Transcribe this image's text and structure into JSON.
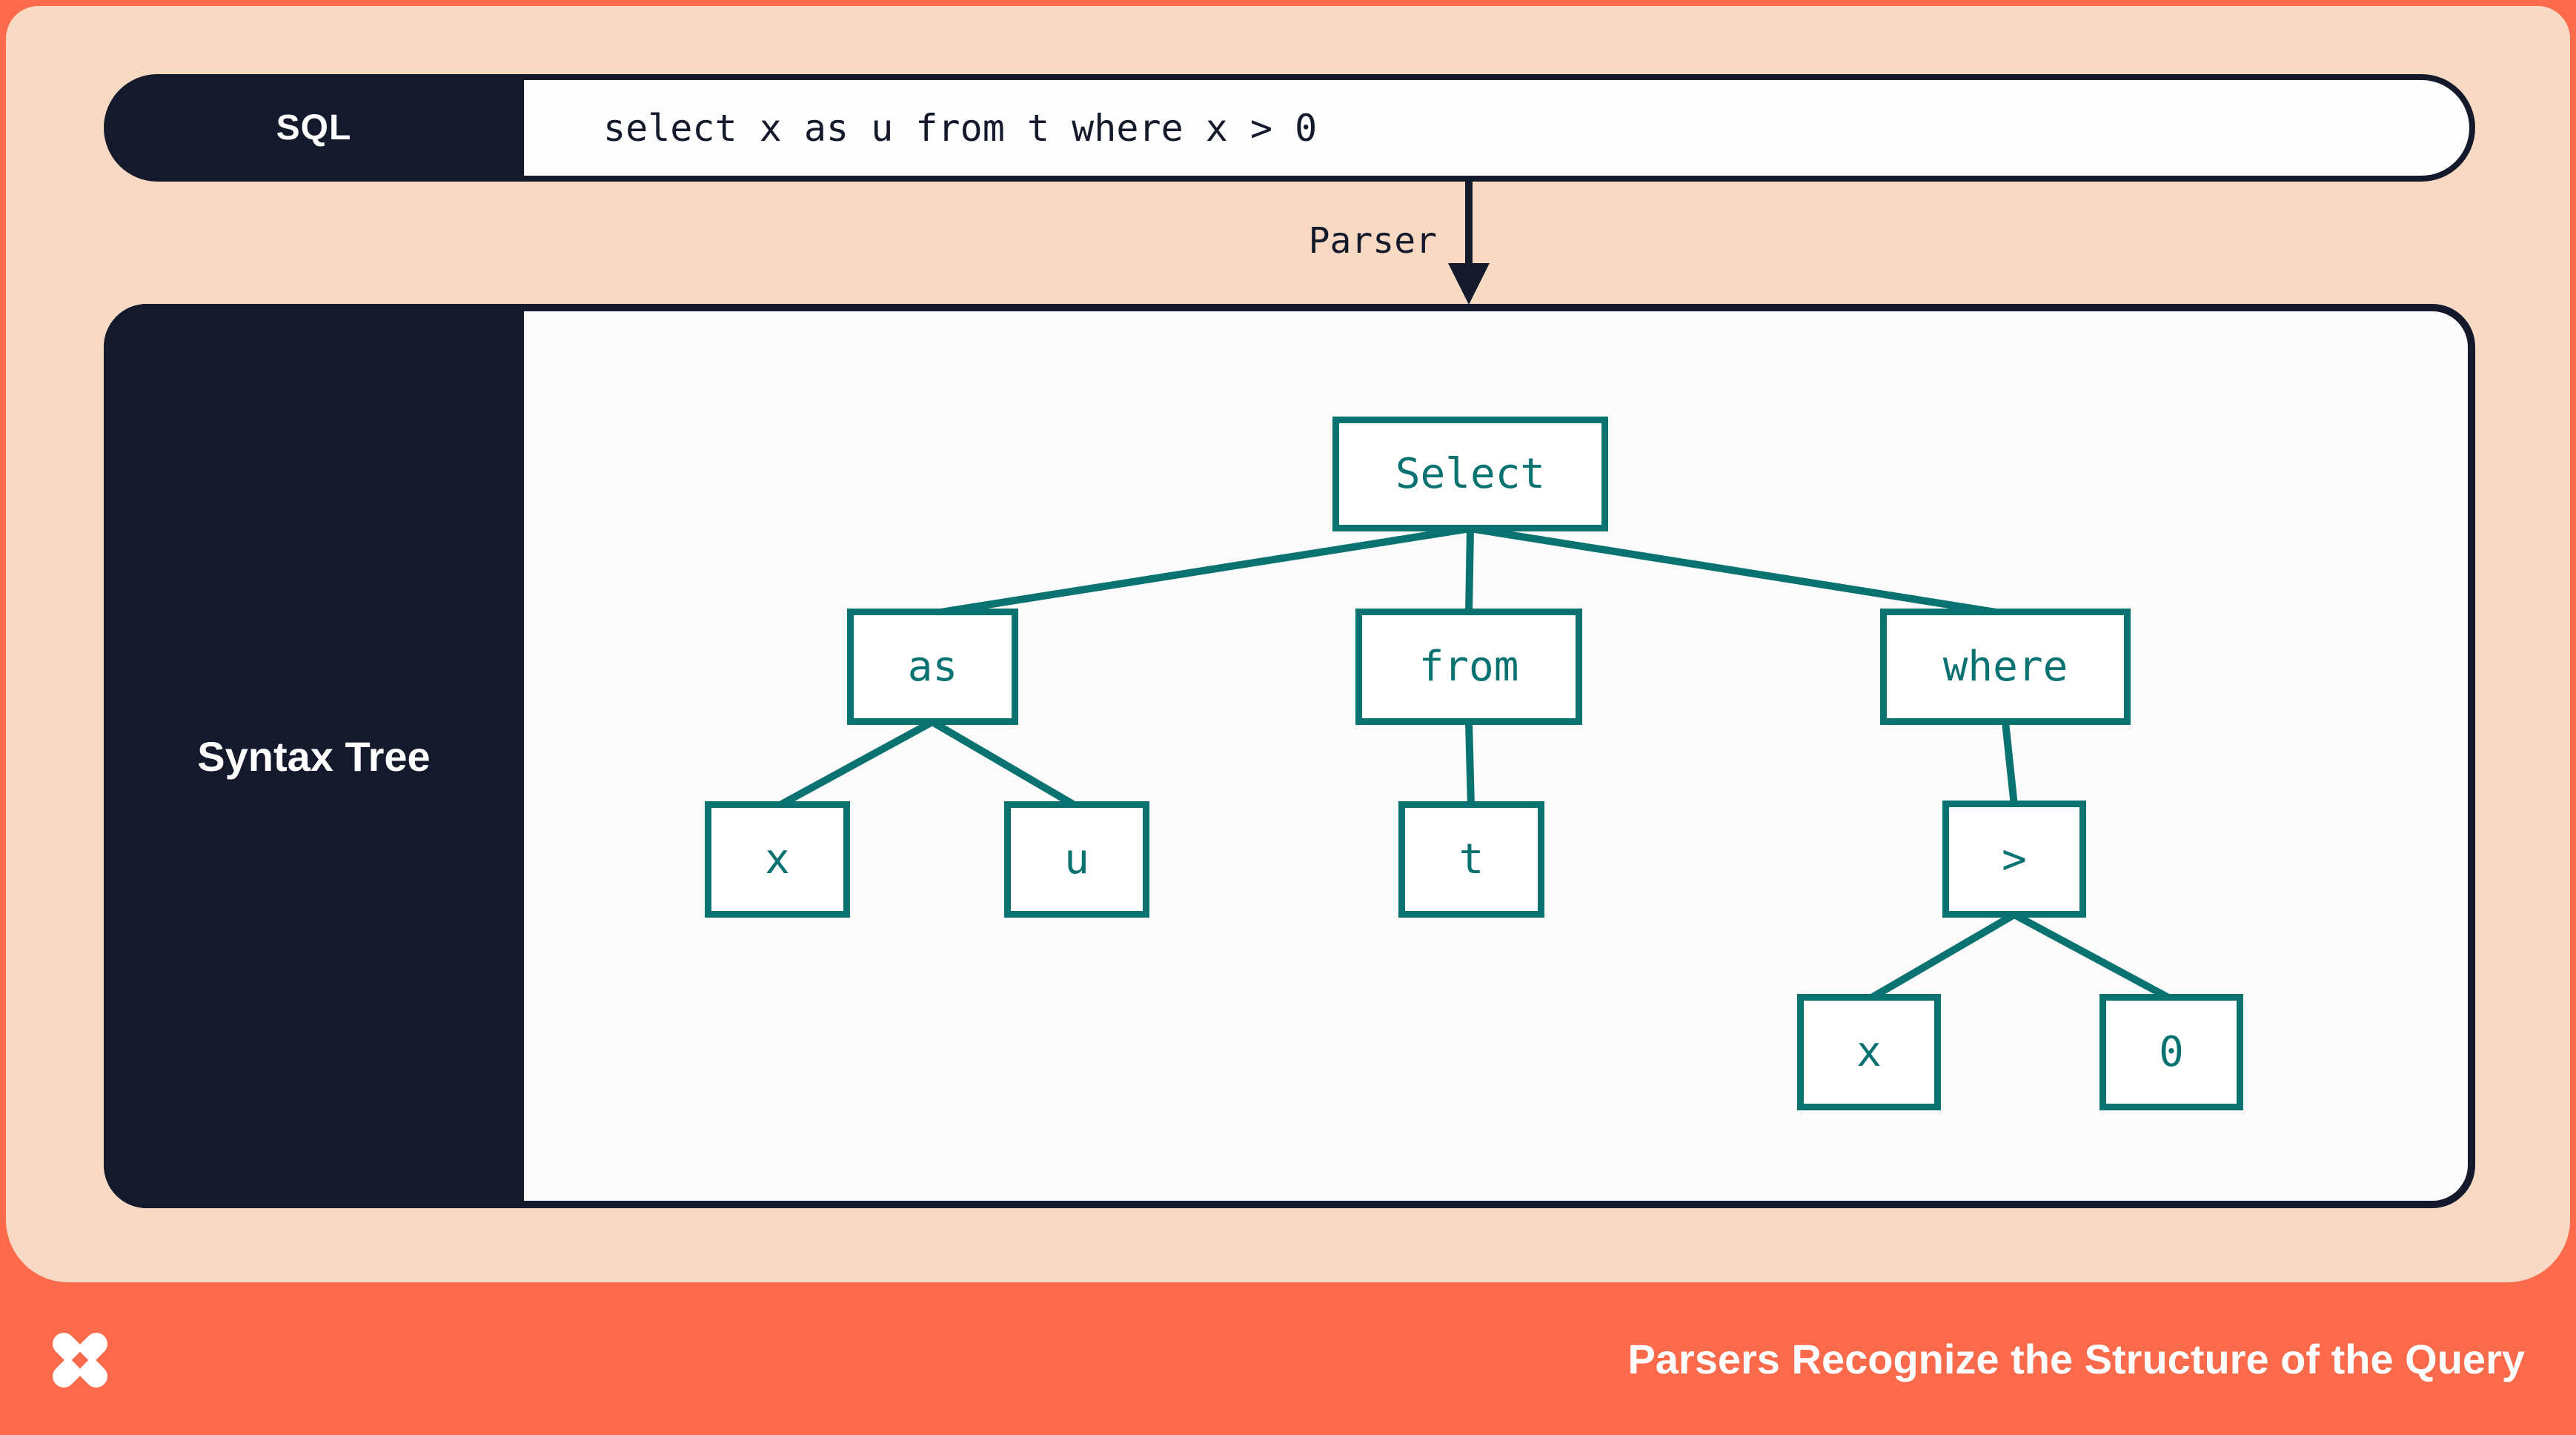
{
  "sql_bar": {
    "label": "SQL",
    "query": "select x as u from t where x > 0"
  },
  "parser_arrow": {
    "label": "Parser"
  },
  "syntax_tree_panel": {
    "label": "Syntax Tree"
  },
  "tree": {
    "nodes": [
      {
        "id": "select",
        "label": "Select"
      },
      {
        "id": "as",
        "label": "as"
      },
      {
        "id": "from",
        "label": "from"
      },
      {
        "id": "where",
        "label": "where"
      },
      {
        "id": "x1",
        "label": "x"
      },
      {
        "id": "u",
        "label": "u"
      },
      {
        "id": "t",
        "label": "t"
      },
      {
        "id": "gt",
        "label": ">"
      },
      {
        "id": "x2",
        "label": "x"
      },
      {
        "id": "zero",
        "label": "0"
      }
    ],
    "edges": [
      [
        "select",
        "as"
      ],
      [
        "select",
        "from"
      ],
      [
        "select",
        "where"
      ],
      [
        "as",
        "x1"
      ],
      [
        "as",
        "u"
      ],
      [
        "from",
        "t"
      ],
      [
        "where",
        "gt"
      ],
      [
        "gt",
        "x2"
      ],
      [
        "gt",
        "zero"
      ]
    ]
  },
  "footer": {
    "title": "Parsers Recognize the Structure of the Query",
    "logo": "pinwheel-x-logo"
  },
  "colors": {
    "background_orange": "#fb6a4b",
    "slide_peach": "#f8d9c3",
    "dark_navy": "#141a2b",
    "tree_teal": "#0a7372",
    "panel_white": "#fbfbfc"
  }
}
